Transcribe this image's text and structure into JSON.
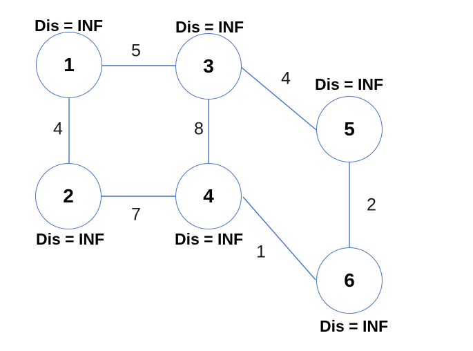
{
  "diagram": {
    "description": "Weighted undirected graph with distance labels initialized to infinity",
    "colors": {
      "node_stroke": "#4472c4",
      "edge_stroke": "#4472c4",
      "label_text": "#000000",
      "weight_text": "#1a1a1a",
      "background": "#ffffff"
    },
    "nodes": [
      {
        "id": "1",
        "label": "1",
        "dis": "Dis = INF"
      },
      {
        "id": "2",
        "label": "2",
        "dis": "Dis = INF"
      },
      {
        "id": "3",
        "label": "3",
        "dis": "Dis = INF"
      },
      {
        "id": "4",
        "label": "4",
        "dis": "Dis = INF"
      },
      {
        "id": "5",
        "label": "5",
        "dis": "Dis = INF"
      },
      {
        "id": "6",
        "label": "6",
        "dis": "Dis = INF"
      }
    ],
    "edges": [
      {
        "from": "1",
        "to": "3",
        "weight": "5"
      },
      {
        "from": "1",
        "to": "2",
        "weight": "4"
      },
      {
        "from": "3",
        "to": "4",
        "weight": "8"
      },
      {
        "from": "3",
        "to": "5",
        "weight": "4"
      },
      {
        "from": "2",
        "to": "4",
        "weight": "7"
      },
      {
        "from": "4",
        "to": "6",
        "weight": "1"
      },
      {
        "from": "5",
        "to": "6",
        "weight": "2"
      }
    ]
  }
}
